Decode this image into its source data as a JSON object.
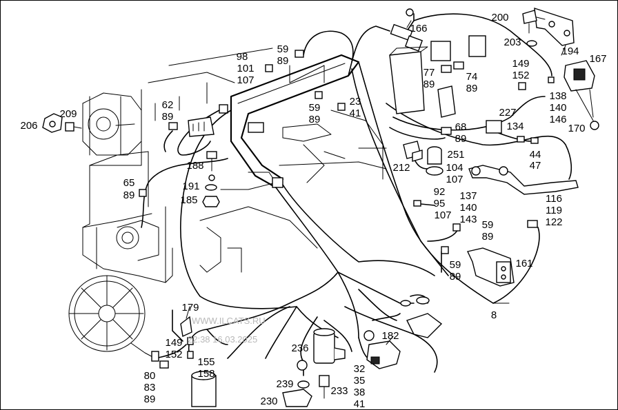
{
  "labels": {
    "l8": "8",
    "l23": "23",
    "l41": "41",
    "l59a": "59",
    "l89a": "89",
    "l59b": "59",
    "l89b": "89",
    "l62": "62",
    "l89c": "89",
    "l65": "65",
    "l89d": "89",
    "l68": "68",
    "l89e": "89",
    "l74": "74",
    "l89f": "89",
    "l77": "77",
    "l89g": "89",
    "l59c": "59",
    "l89h": "89",
    "l59d": "59",
    "l89i": "89",
    "l98": "98",
    "l101": "101",
    "l107a": "107",
    "l92": "92",
    "l95": "95",
    "l107b": "107",
    "l104": "104",
    "l107c": "107",
    "l116": "116",
    "l119": "119",
    "l122": "122",
    "l134": "134",
    "l137": "137",
    "l140a": "140",
    "l143": "143",
    "l138": "138",
    "l140b": "140",
    "l146": "146",
    "l149a": "149",
    "l152a": "152",
    "l149b": "149",
    "l152b": "152",
    "l155": "155",
    "l158": "158",
    "l161": "161",
    "l166": "166",
    "l167": "167",
    "l170": "170",
    "l179": "179",
    "l182": "182",
    "l185": "185",
    "l188": "188",
    "l191": "191",
    "l194": "194",
    "l200": "200",
    "l203": "203",
    "l206": "206",
    "l209": "209",
    "l212": "212",
    "l227": "227",
    "l230": "230",
    "l233": "233",
    "l236": "236",
    "l239": "239",
    "l251": "251",
    "l44": "44",
    "l47": "47",
    "l80": "80",
    "l83": "83",
    "l89j": "89",
    "l32": "32",
    "l35": "35",
    "l38": "38",
    "l41b": "41"
  },
  "watermark": {
    "site": "WWW.ILCATS.RU",
    "stamp": "22:38 16.03.2025"
  }
}
